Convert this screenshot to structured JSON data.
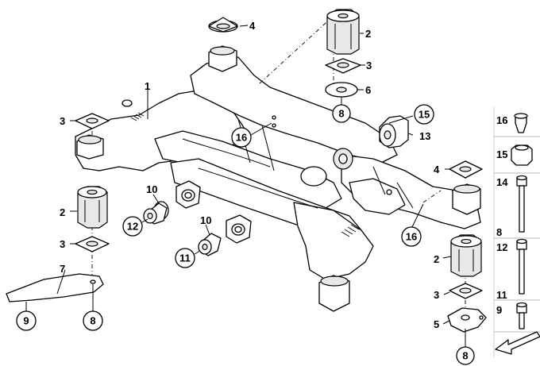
{
  "diagram": {
    "title": "Rear axle carrier with mounts",
    "callouts": {
      "subframe": "1",
      "rubber_mount": "2",
      "washer": "3",
      "stop_buffer": "4",
      "bracket": "5",
      "spacer_disc": "6",
      "support": "7",
      "screw_a": "8",
      "screw_b": "9",
      "bushing": "10",
      "rubber_bush_small": "11",
      "rubber_bush_large": "12",
      "bush_13": "13",
      "bolt_14": "14",
      "nut_15": "15",
      "plug_16": "16"
    },
    "legend": {
      "item_16": "16",
      "item_15": "15",
      "item_14": "14",
      "item_8": "8",
      "item_12": "12",
      "item_11": "11",
      "item_9": "9"
    }
  }
}
